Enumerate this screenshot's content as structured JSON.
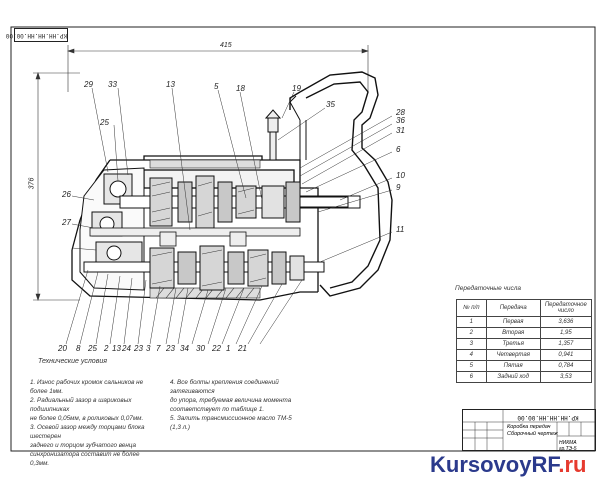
{
  "stamp": {
    "text": "КР.НН.НН.НН.00.00"
  },
  "callouts_top": [
    "29",
    "33",
    "13",
    "5",
    "18",
    "19",
    "35",
    "28",
    "36",
    "31",
    "6",
    "10",
    "9",
    "11",
    "25",
    "26",
    "27"
  ],
  "callouts_bottom": [
    "20",
    "8",
    "25",
    "2",
    "13",
    "24",
    "23",
    "3",
    "7",
    "23",
    "34",
    "30",
    "22",
    "1",
    "21"
  ],
  "dims": {
    "width": "415",
    "height": "376"
  },
  "notes": {
    "title": "Технические условия",
    "col1": [
      "1. Износ рабочих кромок сальников не более 1мм.",
      "2. Радиальный зазор в шариковых подшипниках",
      "не более 0,05мм, в роликовых 0,07мм.",
      "3. Осевой зазор между торцами блока шестерен",
      "заднего и торцом зубчатого венца",
      "синхронизатора составит не более 0,3мм."
    ],
    "col2": [
      "4. Все болты крепления соединений затягиваются",
      "до упора, требуемая величина момента",
      "соответствует по таблице 1.",
      "5. Залить трансмиссионное масло ТМ-5 (1,3 л.)"
    ]
  },
  "ratios": {
    "title": "Передаточные числа",
    "headers": [
      "№ п/п",
      "Передача",
      "Передаточное число"
    ],
    "rows": [
      [
        "1",
        "Первая",
        "3,636"
      ],
      [
        "2",
        "Вторая",
        "1,95"
      ],
      [
        "3",
        "Третья",
        "1,357"
      ],
      [
        "4",
        "Четвертая",
        "0,941"
      ],
      [
        "5",
        "Пятая",
        "0,784"
      ],
      [
        "6",
        "Задний ход",
        "3,53"
      ]
    ]
  },
  "title_block": {
    "code": "КР.НН.НН.НН.00.00",
    "name_line1": "Коробка передач",
    "name_line2": "Сборочный чертеж",
    "org": "НИКМА гр.ТЭ-5"
  },
  "brand": {
    "name": "KursovoyRF",
    "tld": ".ru"
  }
}
